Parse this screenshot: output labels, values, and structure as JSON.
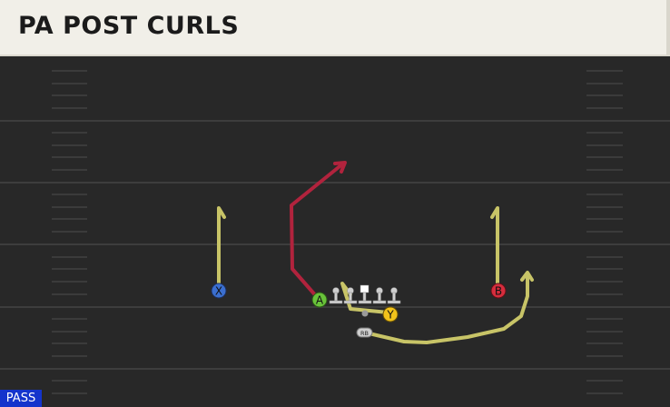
{
  "play": {
    "title": "PA POST CURLS",
    "badge": "PASS"
  },
  "players": {
    "x": "X",
    "a": "A",
    "y": "Y",
    "b": "B",
    "rb": "RB"
  },
  "colors": {
    "route_yellow": "#c8c467",
    "route_red": "#b1233d",
    "player_x": "#3b6fd0",
    "player_a": "#69c33a",
    "player_y": "#f2c31b",
    "player_b": "#d62d3d",
    "badge_bg": "#1434cc"
  }
}
